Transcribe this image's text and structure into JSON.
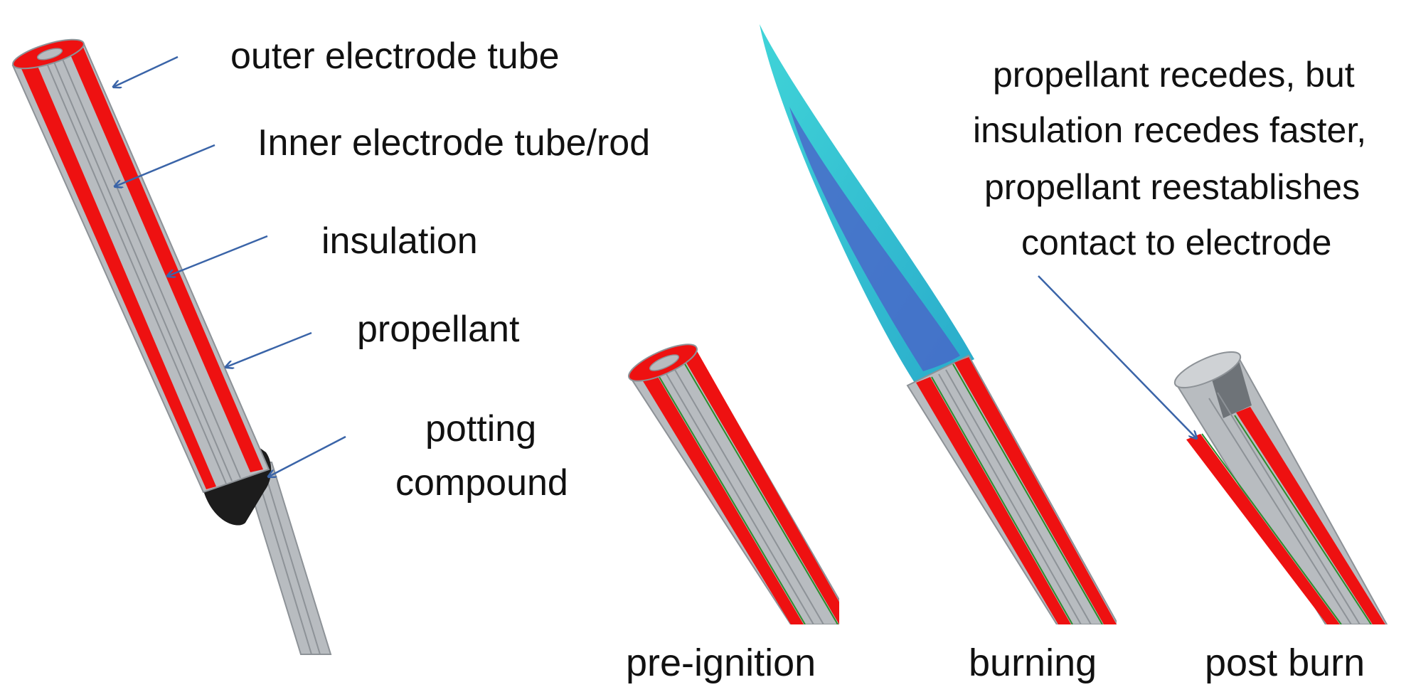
{
  "labels": {
    "outer_electrode": "outer electrode tube",
    "inner_electrode": "Inner electrode tube/rod",
    "insulation": "insulation",
    "propellant": "propellant",
    "potting_line1": "potting",
    "potting_line2": "compound",
    "note_line1": "propellant recedes, but",
    "note_line2": "insulation recedes faster,",
    "note_line3": "propellant reestablishes",
    "note_line4": "contact to electrode",
    "stage_pre": "pre-ignition",
    "stage_burning": "burning",
    "stage_post": "post burn"
  },
  "colors": {
    "propellant": "#ee1111",
    "electrode": "#b8bcc0",
    "electrode_dark": "#8d9297",
    "insulation_line": "#2e8b2e",
    "potting": "#1c1c1c",
    "arrow": "#3a64a8",
    "flame_outer": "#2fc4cf",
    "flame_inner": "#4a64c8"
  }
}
